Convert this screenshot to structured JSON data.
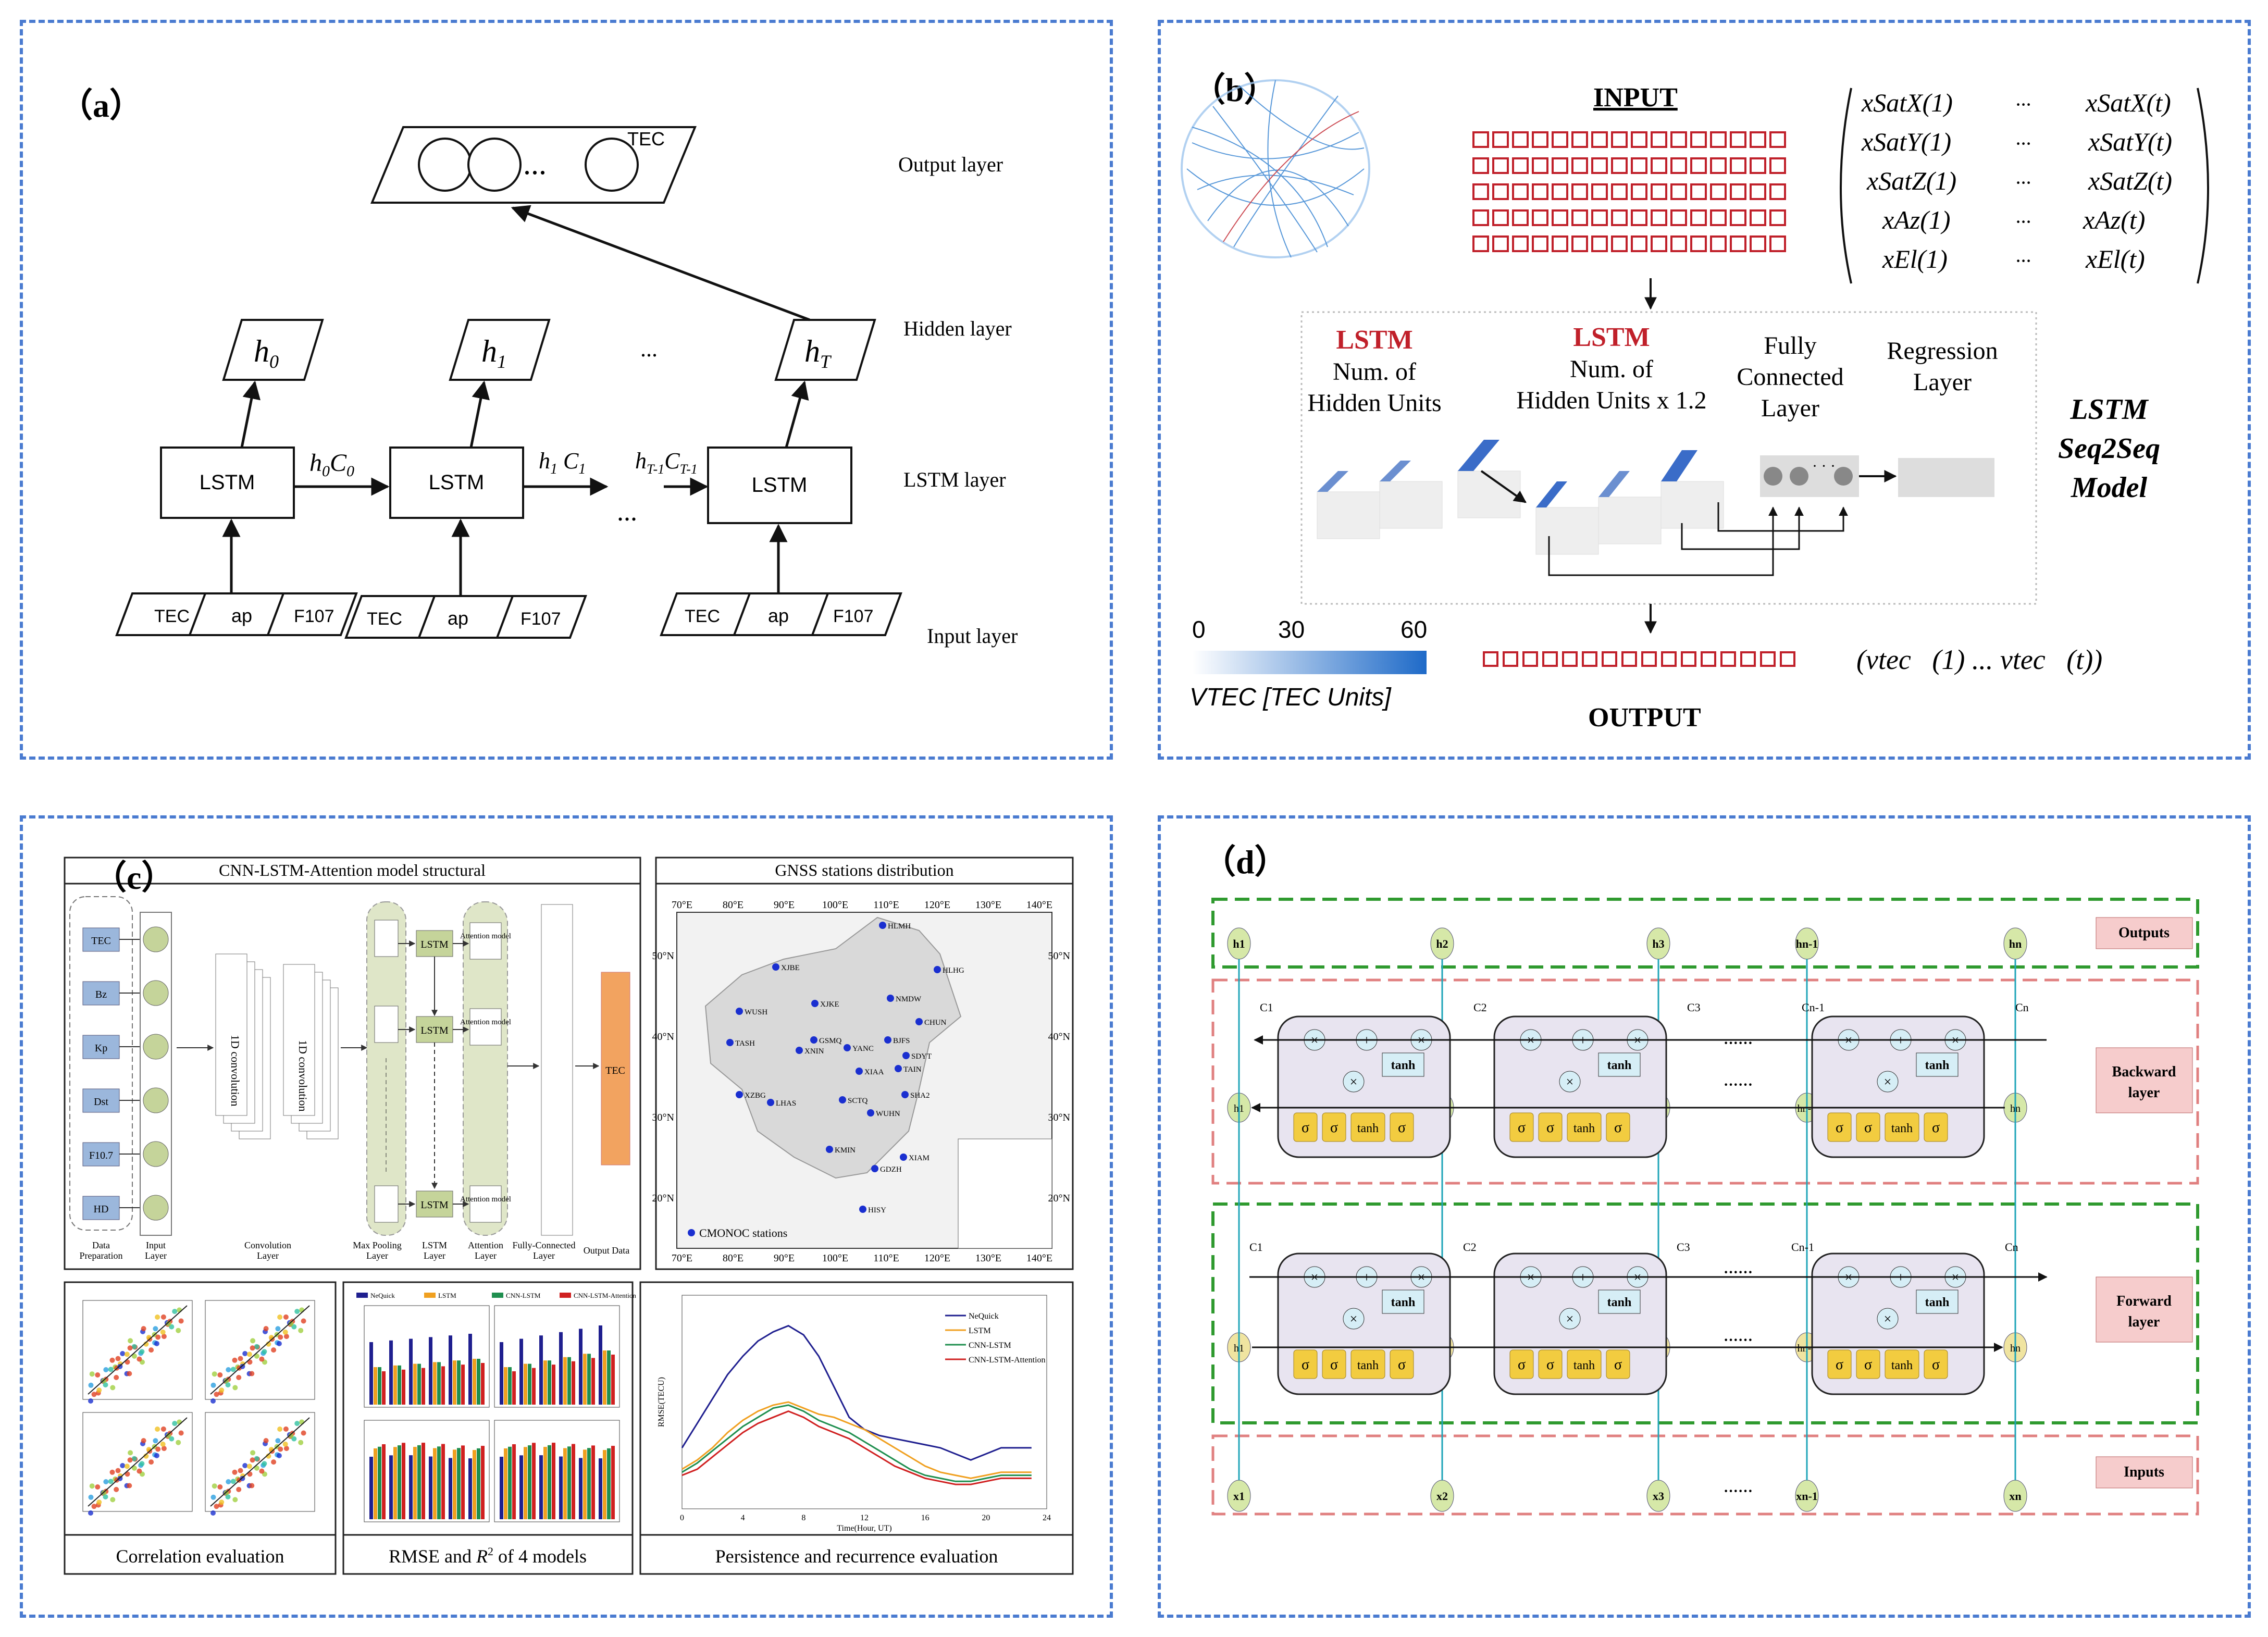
{
  "panels": {
    "a": {
      "label": "（a）",
      "layers": {
        "output": "Output layer",
        "hidden": "Hidden layer",
        "lstm": "LSTM layer",
        "input": "Input layer"
      },
      "output_node": "TEC",
      "ellipsis": "...",
      "hidden_states": [
        "h0",
        "h1",
        "hT"
      ],
      "cell_label": "LSTM",
      "carry_states": [
        "h0C0",
        "h1 C1",
        "hT-1 CT-1"
      ],
      "inputs": [
        "TEC",
        "ap",
        "F107"
      ],
      "dots": "..."
    },
    "b": {
      "label": "（b）",
      "input_title": "INPUT",
      "output_title": "OUTPUT",
      "matrix_rows": [
        [
          "xSatX(1)",
          "···",
          "xSatX(t)"
        ],
        [
          "xSatY(1)",
          "···",
          "xSatY(t)"
        ],
        [
          "xSatZ(1)",
          "···",
          "xSatZ(t)"
        ],
        [
          "xAz(1)",
          "···",
          "xAz(t)"
        ],
        [
          "xEl(1)",
          "···",
          "xEl(t)"
        ]
      ],
      "lstm1_title": "LSTM",
      "lstm1_desc": [
        "Num. of",
        "Hidden Units"
      ],
      "lstm2_title": "LSTM",
      "lstm2_desc": [
        "Num. of",
        "Hidden Units x 1.2"
      ],
      "fc_desc": [
        "Fully",
        "Connected",
        "Layer"
      ],
      "reg_desc": [
        "Regression",
        "Layer"
      ],
      "model_name": [
        "LSTM",
        "Seq2Seq",
        "Model"
      ],
      "colorbar_ticks": [
        "0",
        "30",
        "60"
      ],
      "colorbar_label": "VTEC [TEC Units]",
      "output_seq": "(vtec   (1) ... vtec   (t))",
      "accent_red": "#c0202a"
    },
    "c": {
      "label": "（c）",
      "model_title": "CNN-LSTM-Attention model structural",
      "features": [
        "TEC",
        "Bz",
        "Kp",
        "Dst",
        "F10.7",
        "HD"
      ],
      "conv_text": "1D convolution",
      "lstm_cells": [
        "LSTM",
        "LSTM",
        "LSTM"
      ],
      "attention_cells": [
        "Attention model",
        "Attention model",
        "Attention model"
      ],
      "output_box": "TEC",
      "stage_labels": [
        "Data Preparation",
        "Input Layer",
        "Convolution Layer",
        "Max Pooling Layer",
        "LSTM Layer",
        "Attention Layer",
        "Fully-Connected Layer",
        "Output Data"
      ],
      "map_title": "GNSS stations distribution",
      "map_lon_ticks": [
        "70°E",
        "80°E",
        "90°E",
        "100°E",
        "110°E",
        "120°E",
        "130°E",
        "140°E"
      ],
      "map_lat_ticks": [
        "50°N",
        "40°N",
        "30°N",
        "20°N"
      ],
      "stations": [
        "HLMH",
        "XJBE",
        "HLHG",
        "NMDW",
        "XJKE",
        "WUSH",
        "CHUN",
        "TASH",
        "GSMQ",
        "BJFS",
        "XNIN",
        "YANC",
        "SDYT",
        "TAIN",
        "XIAA",
        "XZBG",
        "LHAS",
        "SCTQ",
        "SHA2",
        "WUHN",
        "KMIN",
        "XIAM",
        "GDZH",
        "HISY"
      ],
      "map_legend": "CMONOC stations",
      "bottom_titles": [
        "Correlation evaluation",
        "RMSE and R² of 4 models",
        "Persistence and recurrence evaluation"
      ],
      "model_legend": [
        "NeQuick",
        "LSTM",
        "CNN-LSTM",
        "CNN-LSTM-Attention"
      ],
      "model_colors": [
        "#1f1f8f",
        "#f0a020",
        "#1f8f4f",
        "#d02020"
      ],
      "line_chart": {
        "xlabel": "Time(Hour, UT)",
        "ylabel": "RMSE(TECU)",
        "x_ticks": [
          "0",
          "4",
          "8",
          "12",
          "16",
          "20",
          "24"
        ]
      }
    },
    "d": {
      "label": "（d）",
      "outputs_label": "Outputs",
      "backward_label": [
        "Backward",
        "layer"
      ],
      "forward_label": [
        "Forward",
        "layer"
      ],
      "inputs_label": "Inputs",
      "h_nodes": [
        "h1",
        "h2",
        "h3",
        "hn-1",
        "hn"
      ],
      "x_nodes": [
        "x1",
        "x2",
        "x3",
        "xn-1",
        "xn"
      ],
      "c_labels": [
        "C1",
        "C2",
        "C3",
        "Cn-1",
        "Cn"
      ],
      "gate_sigma": "σ",
      "gate_tanh": "tanh",
      "op_plus": "+",
      "op_times": "×",
      "ellipsis": "······"
    }
  }
}
